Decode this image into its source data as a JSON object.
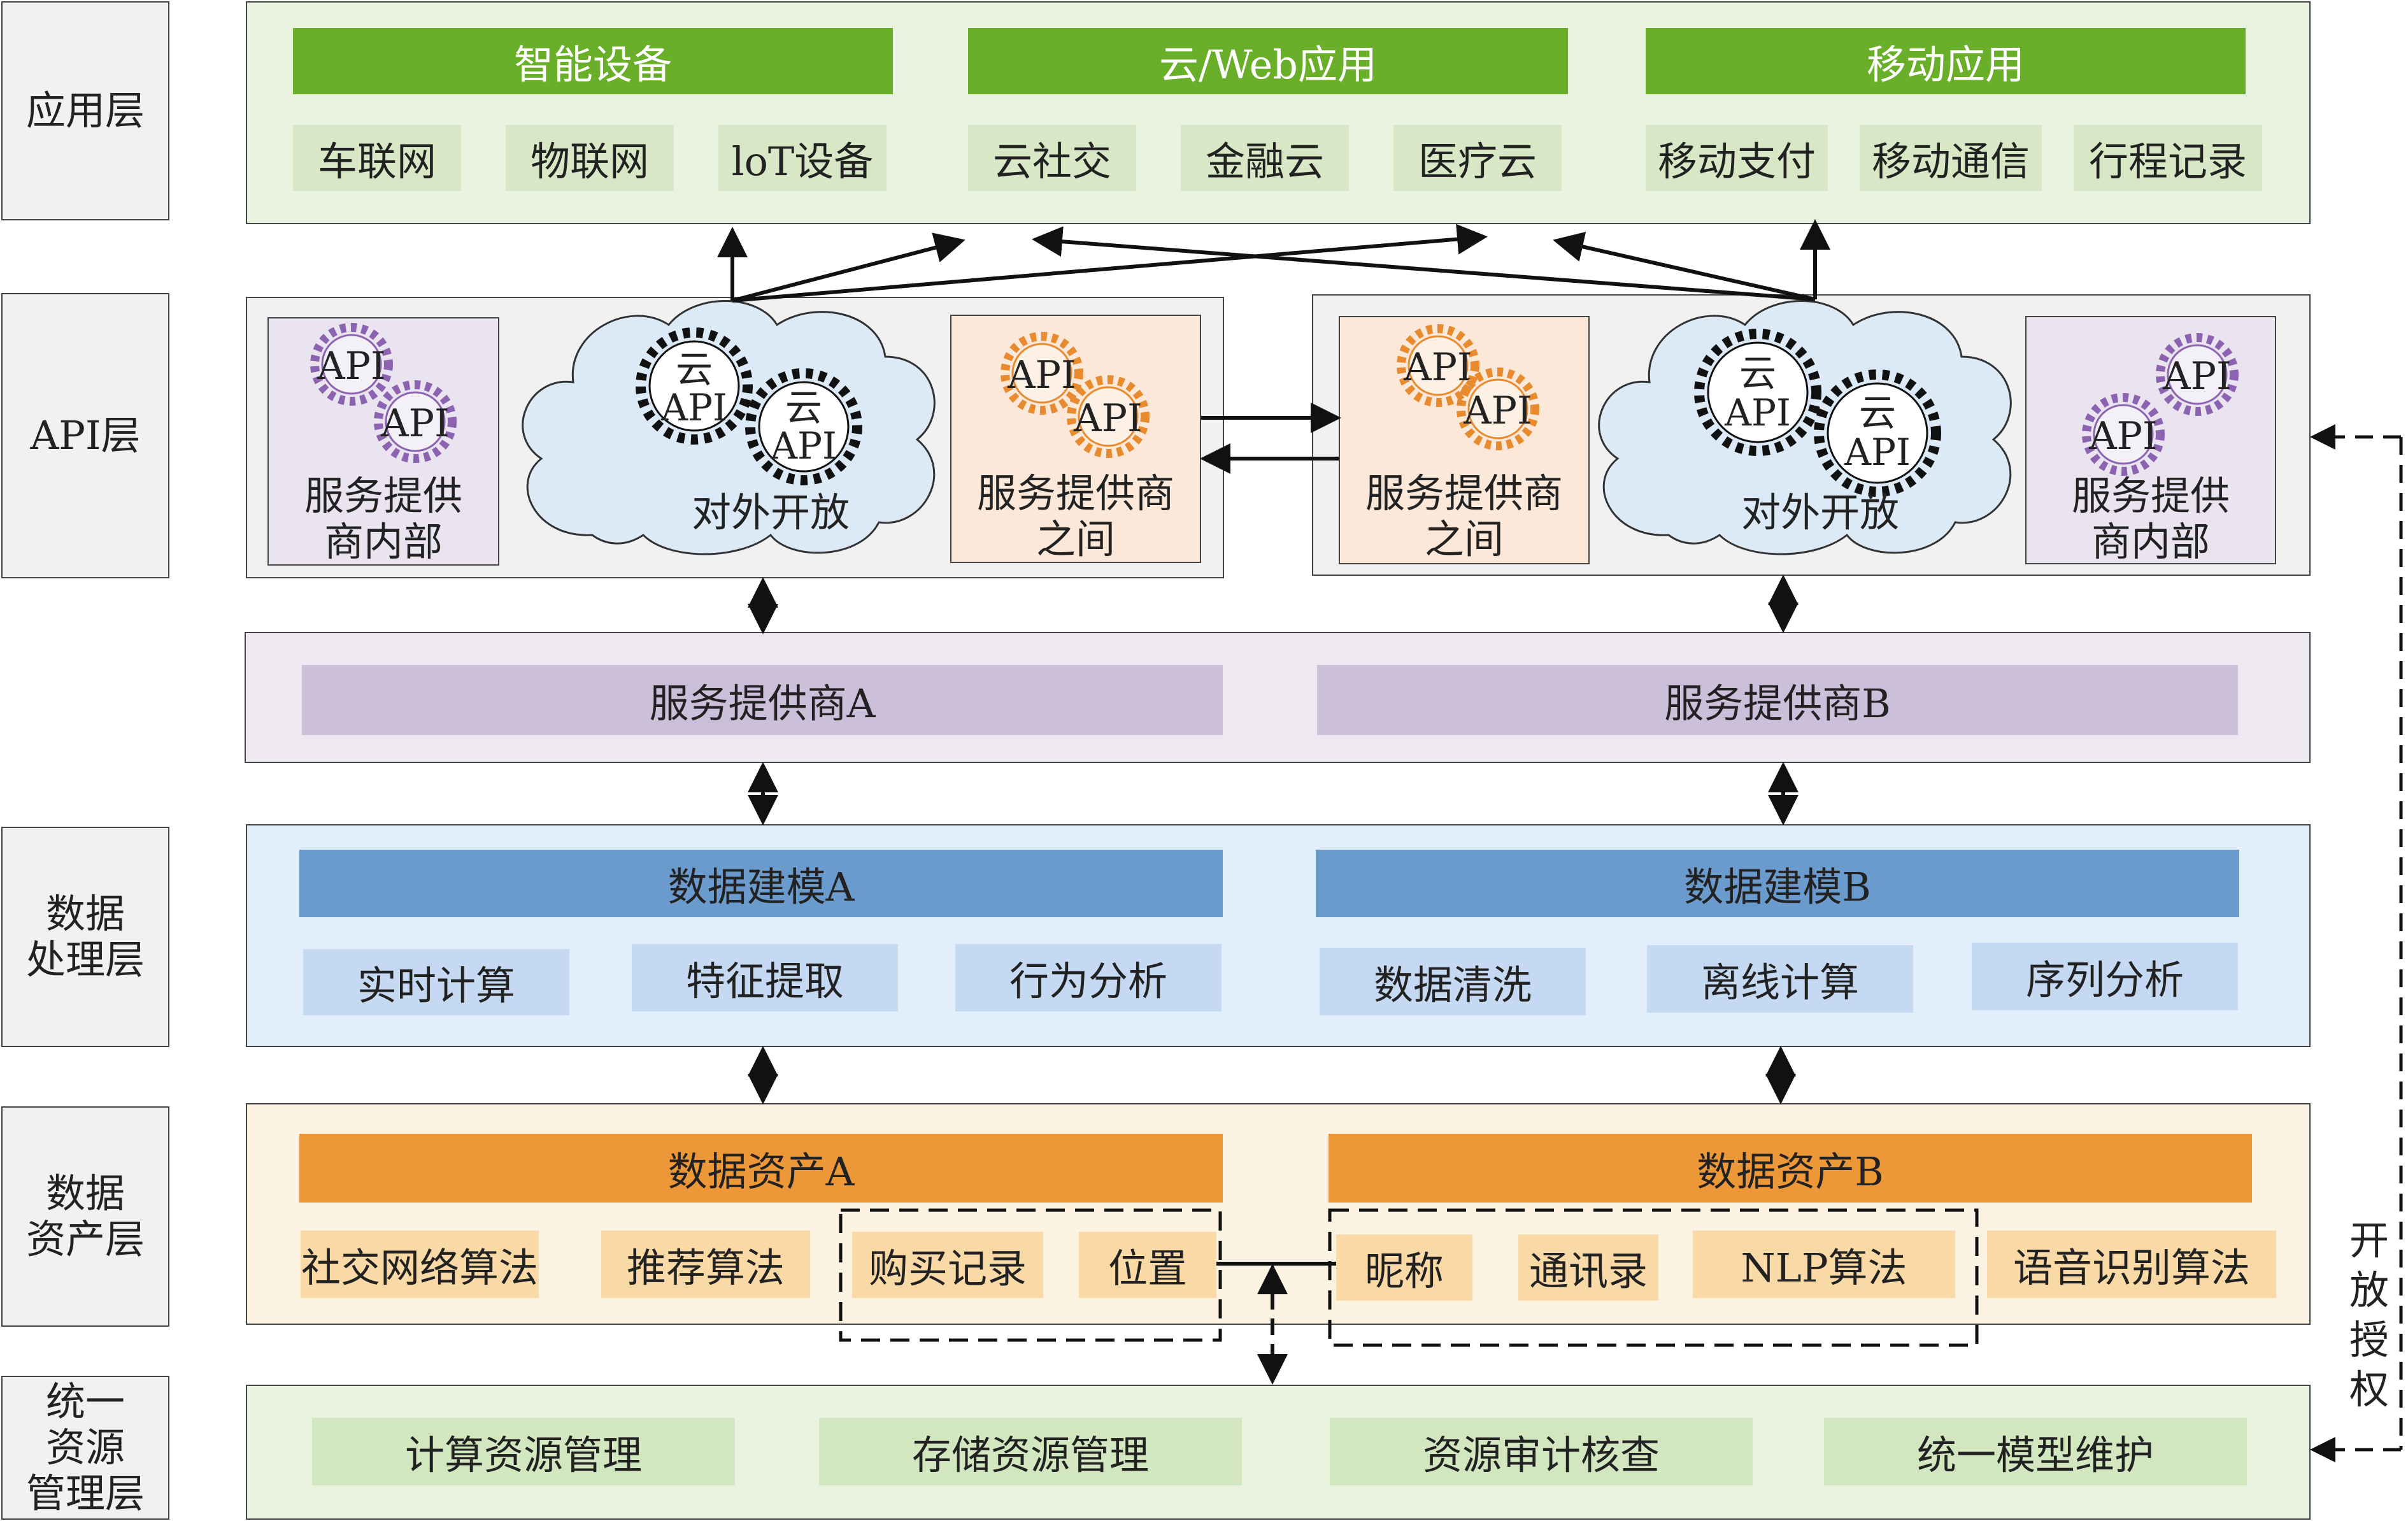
{
  "layers": {
    "app": "应用层",
    "api": "API层",
    "processing": "数据\n处理层",
    "assets": "数据\n资产层",
    "resource": "统一\n资源\n管理层"
  },
  "app_layer": {
    "groups": [
      {
        "title": "智能设备",
        "items": [
          "车联网",
          "物联网",
          "loT设备"
        ]
      },
      {
        "title": "云/Web应用",
        "items": [
          "云社交",
          "金融云",
          "医疗云"
        ]
      },
      {
        "title": "移动应用",
        "items": [
          "移动支付",
          "移动通信",
          "行程记录"
        ]
      }
    ]
  },
  "api_layer": {
    "left": {
      "internal_label": "服务提供\n商内部",
      "cloud_label": "对外开放",
      "between_label": "服务提供商\n之间"
    },
    "right": {
      "between_label": "服务提供商\n之间",
      "cloud_label": "对外开放",
      "internal_label": "服务提供\n商内部"
    },
    "gear_api": "API",
    "gear_cloud": "云",
    "gear_cloud_api": "云\nAPI"
  },
  "providers": {
    "a": "服务提供商A",
    "b": "服务提供商B"
  },
  "processing": {
    "a": {
      "title": "数据建模A",
      "items": [
        "实时计算",
        "特征提取",
        "行为分析"
      ]
    },
    "b": {
      "title": "数据建模B",
      "items": [
        "数据清洗",
        "离线计算",
        "序列分析"
      ]
    }
  },
  "assets": {
    "a": {
      "title": "数据资产A",
      "items": [
        "社交网络算法",
        "推荐算法",
        "购买记录",
        "位置"
      ]
    },
    "b": {
      "title": "数据资产B",
      "items": [
        "昵称",
        "通讯录",
        "NLP算法",
        "语音识别算法"
      ]
    }
  },
  "resource": {
    "items": [
      "计算资源管理",
      "存储资源管理",
      "资源审计核查",
      "统一模型维护"
    ]
  },
  "side_label": "开\n放\n授\n权",
  "colors": {
    "app_bg": "#eaf2e0",
    "app_title": "#6aaf2a",
    "app_chip": "#d8e8c6",
    "api_bg": "#f1f1f1",
    "internal_bg": "#e9e4ef",
    "between_bg": "#fbe8d9",
    "cloud_bg": "#dce9f6",
    "gear_purple": "#8b63b0",
    "gear_orange": "#e88a2e",
    "provider_bg": "#efeaf2",
    "provider_bar": "#cbbfd9",
    "proc_bg": "#e3eefb",
    "proc_title": "#6b9bcd",
    "proc_chip": "#c5daf2",
    "asset_bg": "#fdf3e2",
    "asset_title": "#ed9838",
    "asset_chip": "#f9d9a6",
    "res_bg": "#eaf2e0",
    "res_chip": "#d2e6c0"
  }
}
